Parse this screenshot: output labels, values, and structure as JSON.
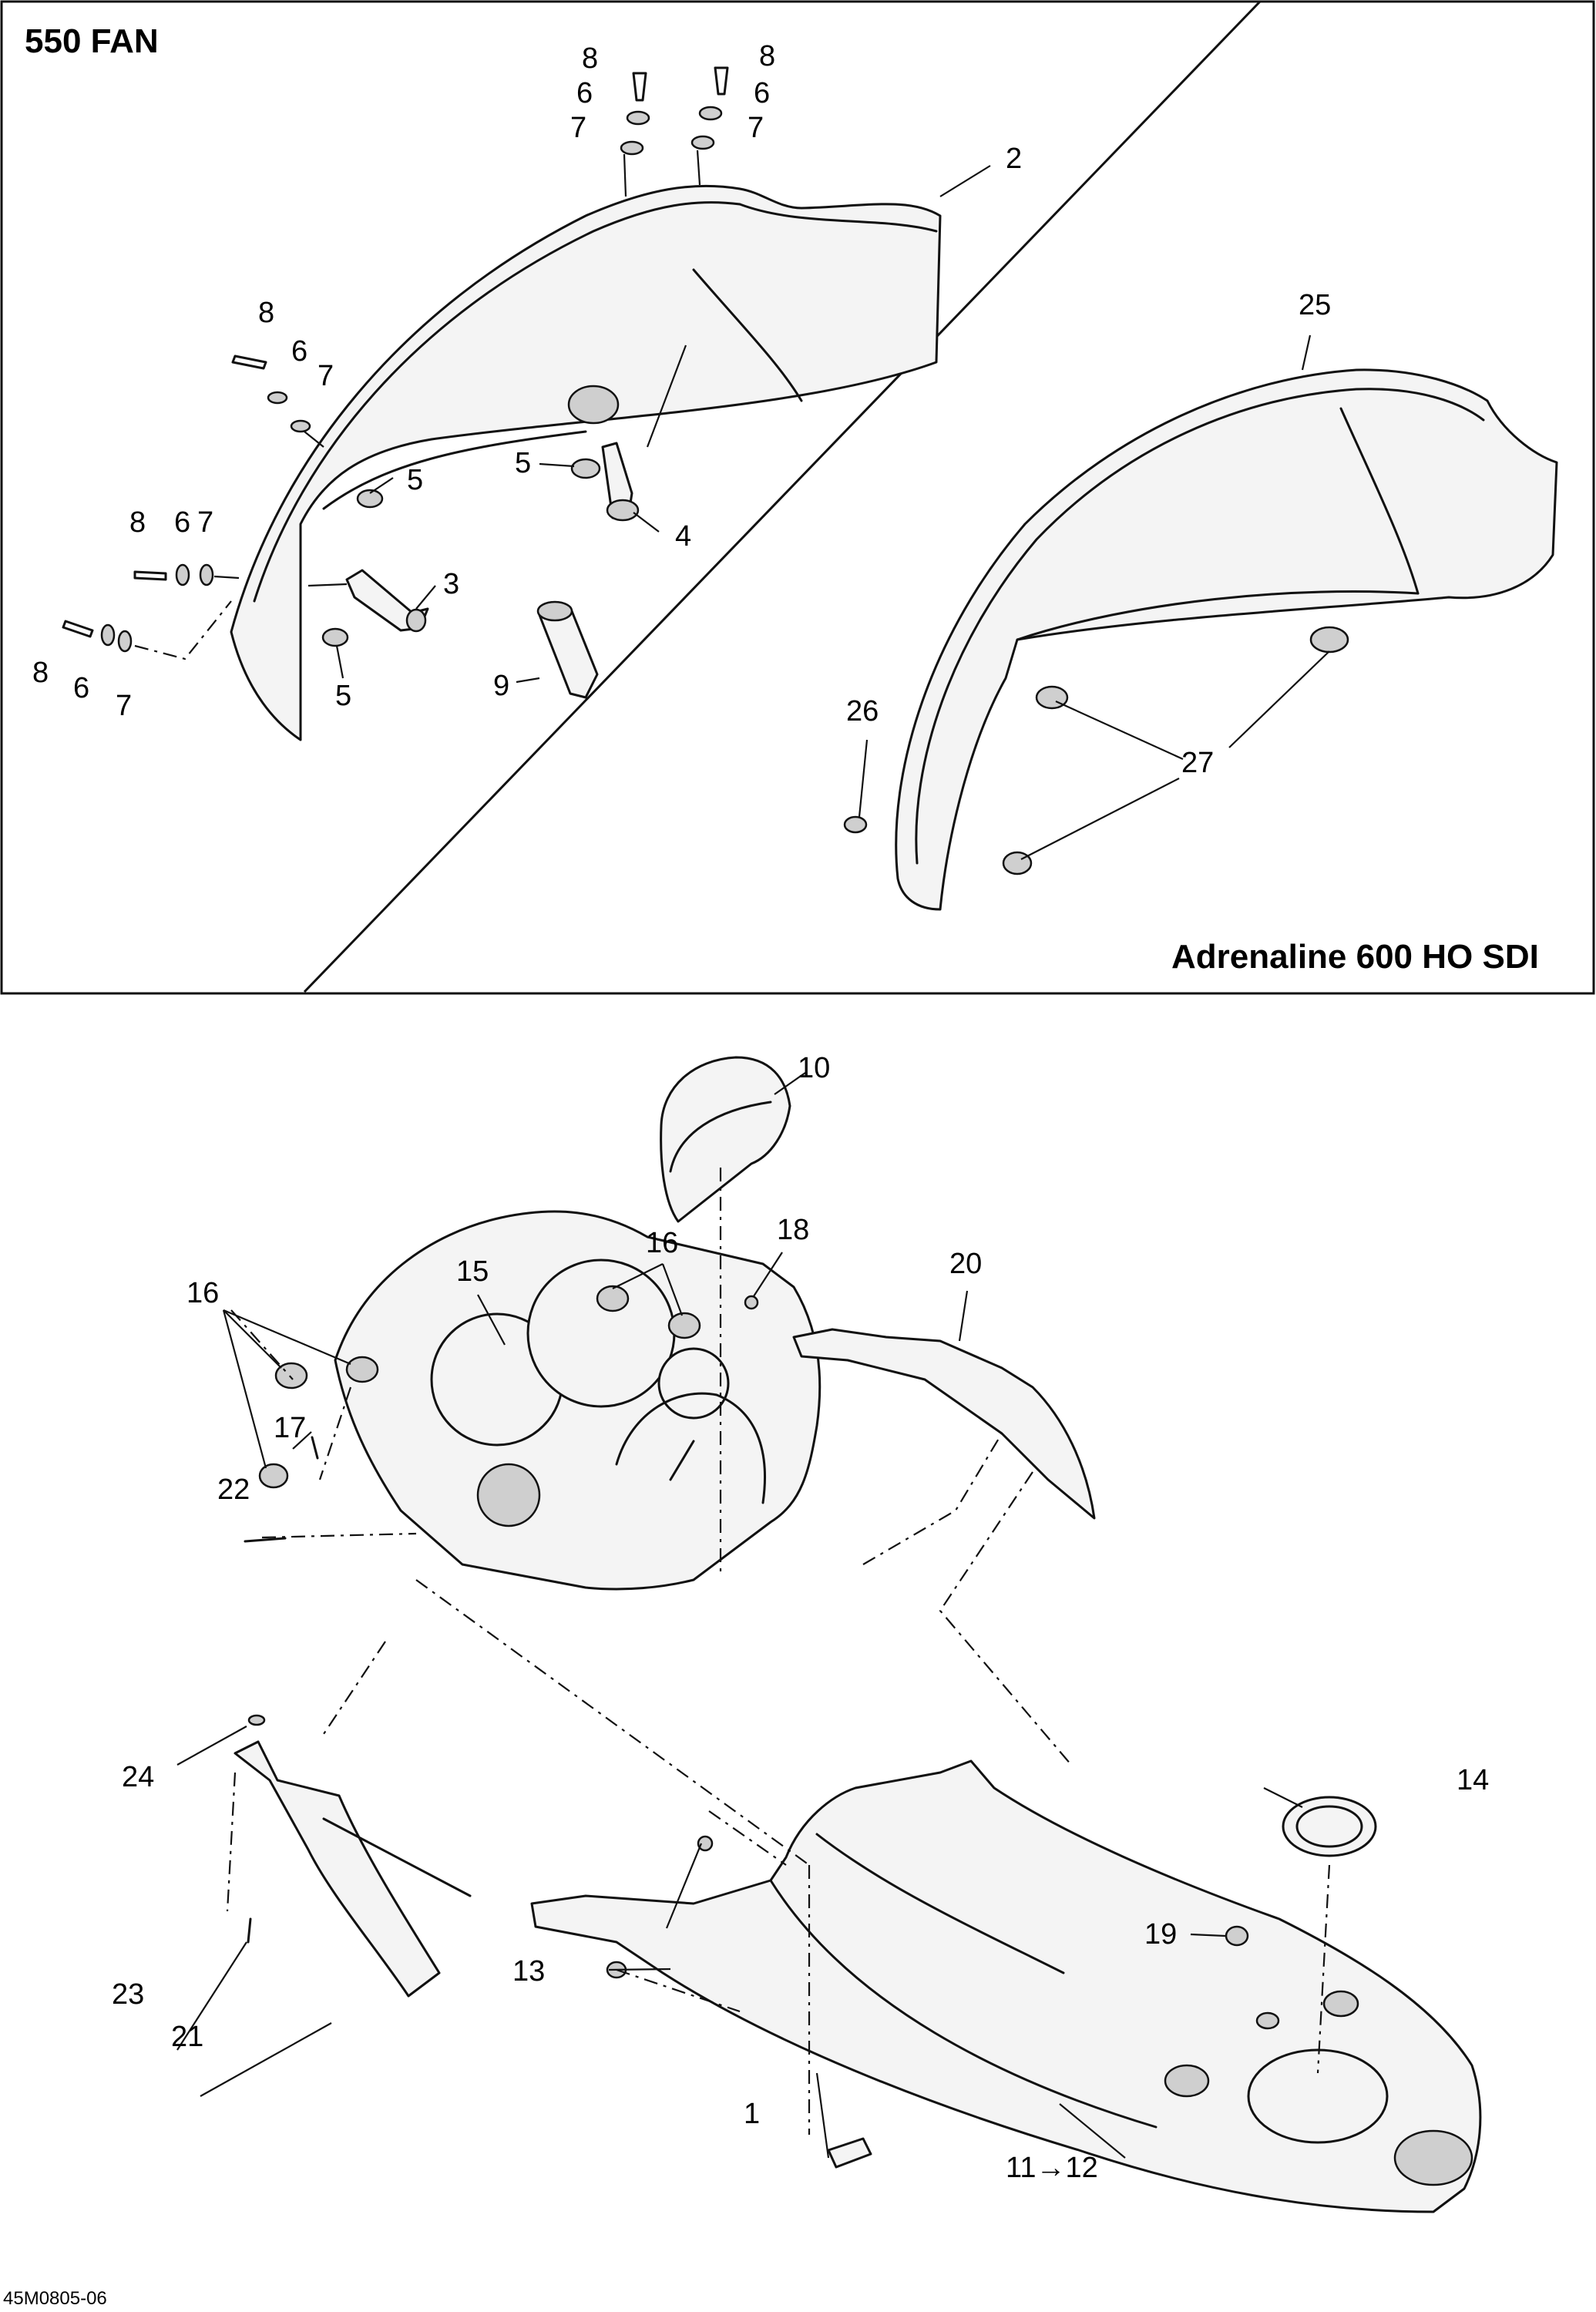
{
  "panel_top": {
    "left_label": "550 FAN",
    "right_label": "Adrenaline 600 HO SDI"
  },
  "callouts": {
    "c1": "1",
    "c2": "2",
    "c3": "3",
    "c4": "4",
    "c5a": "5",
    "c5b": "5",
    "c5c": "5",
    "c6a": "6",
    "c6b": "6",
    "c6c": "6",
    "c6d": "6",
    "c6e": "6",
    "c7a": "7",
    "c7b": "7",
    "c7c": "7",
    "c7d": "7",
    "c7e": "7",
    "c8a": "8",
    "c8b": "8",
    "c8c": "8",
    "c8d": "8",
    "c8e": "8",
    "c9": "9",
    "c10": "10",
    "c11_12": "11→12",
    "c13": "13",
    "c14": "14",
    "c15": "15",
    "c16a": "16",
    "c16b": "16",
    "c17": "17",
    "c18": "18",
    "c19": "19",
    "c20": "20",
    "c21": "21",
    "c22": "22",
    "c23": "23",
    "c24": "24",
    "c25": "25",
    "c26": "26",
    "c27": "27"
  },
  "reference_code": "45M0805-06"
}
